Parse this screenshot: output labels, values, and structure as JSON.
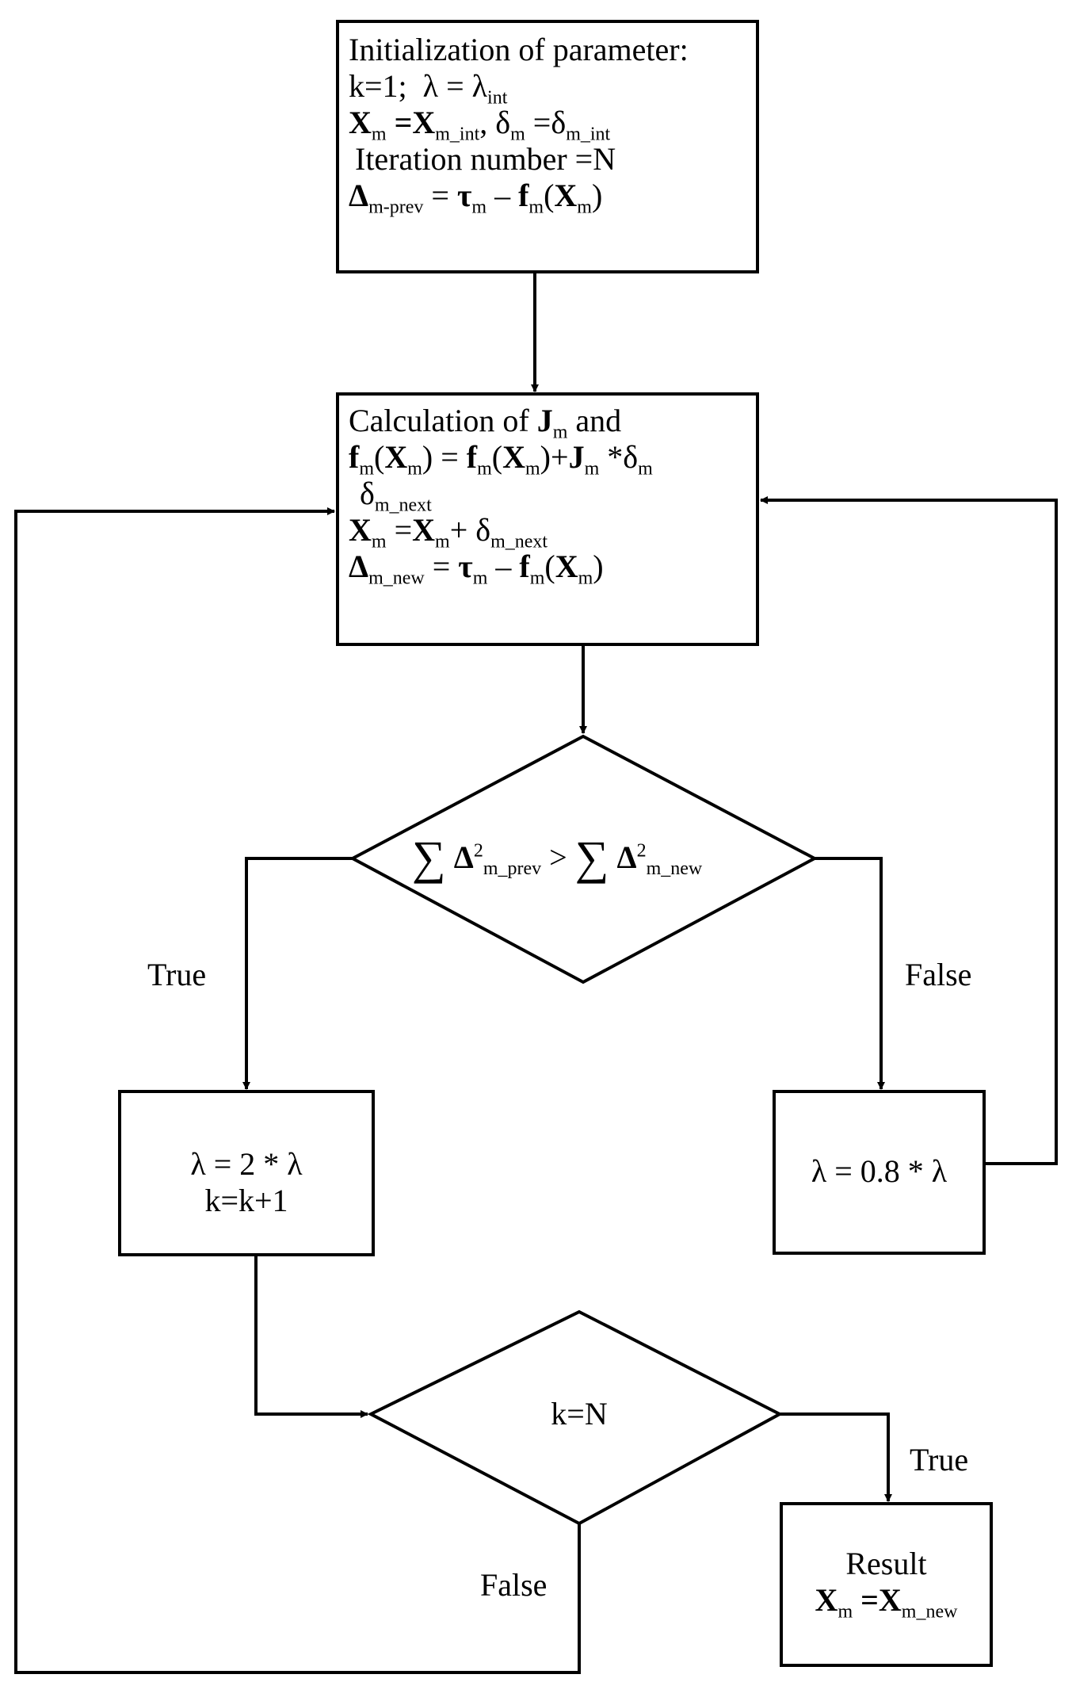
{
  "init_box": {
    "line1": "Initialization of parameter:",
    "k_eq": "k=1;",
    "lambda_lhs": "λ = λ",
    "lambda_sub": "int",
    "x_var": "X",
    "x_sub": "m",
    "x_eq": " =X",
    "x_rhs_sub": "m_int",
    "comma": ", ",
    "delta_lhs": "δ",
    "delta_sub": "m",
    "delta_eq": " =δ",
    "delta_rhs_sub": "m_int",
    "iter_line": "Iteration number =N",
    "dprev_sym": "Δ",
    "dprev_sub": "m-prev",
    "dprev_eq": " = ",
    "tau": "τ",
    "tau_sub": "m",
    "minus": " – ",
    "f": "f",
    "f_sub": "m",
    "paren_open": "(",
    "X": "X",
    "X_sub": "m",
    "paren_close": ")"
  },
  "calc_box": {
    "line1_a": "Calculation of ",
    "J": "J",
    "J_sub": "m",
    "line1_b": " and",
    "f": "f",
    "f_sub": "m",
    "X": "X",
    "X_sub": "m",
    "eq": " = ",
    "plus": "+",
    "times_delta": " *δ",
    "delta_sub": "m",
    "delta_next": "δ",
    "delta_next_sub": "m_next",
    "xupd_eq": " =",
    "xupd_plus": "+ δ",
    "xupd_sub": "m_next",
    "dnew": "Δ",
    "dnew_sub": "m_new",
    "tau": "τ",
    "tau_sub": "m",
    "minus": " – ",
    "paren_open": "(",
    "paren_close": ")"
  },
  "compare_diamond": {
    "sigma": "∑",
    "delta": "Δ",
    "sup": "2",
    "left_sub": "m_prev",
    "gt": " >",
    "right_sub": "m_new"
  },
  "true_box": {
    "line1": "λ = 2 * λ",
    "line2": "k=k+1"
  },
  "false_box": {
    "line1": "λ = 0.8 * λ"
  },
  "k_diamond": {
    "label": "k=N"
  },
  "result_box": {
    "line1": "Result",
    "X": "X",
    "X_sub": "m",
    "eq": " =",
    "rhs_sub": "m_new"
  },
  "edge_labels": {
    "compare_true": "True",
    "compare_false": "False",
    "k_true": "True",
    "k_false": "False"
  }
}
